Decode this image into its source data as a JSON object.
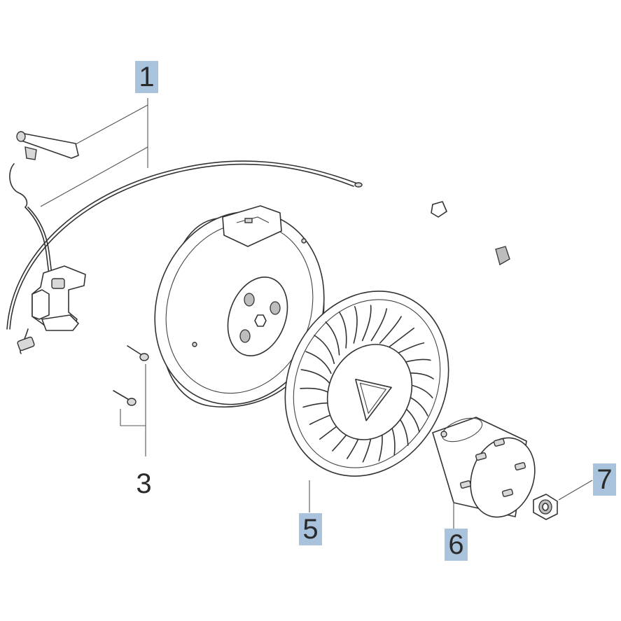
{
  "callouts": [
    {
      "id": "c1",
      "label": "1",
      "highlighted": true
    },
    {
      "id": "c3",
      "label": "3",
      "highlighted": false
    },
    {
      "id": "c5",
      "label": "5",
      "highlighted": true
    },
    {
      "id": "c6",
      "label": "6",
      "highlighted": true
    },
    {
      "id": "c7",
      "label": "7",
      "highlighted": true
    }
  ],
  "colors": {
    "highlight": "#a9c3dd",
    "line": "#333333",
    "background": "#ffffff"
  }
}
